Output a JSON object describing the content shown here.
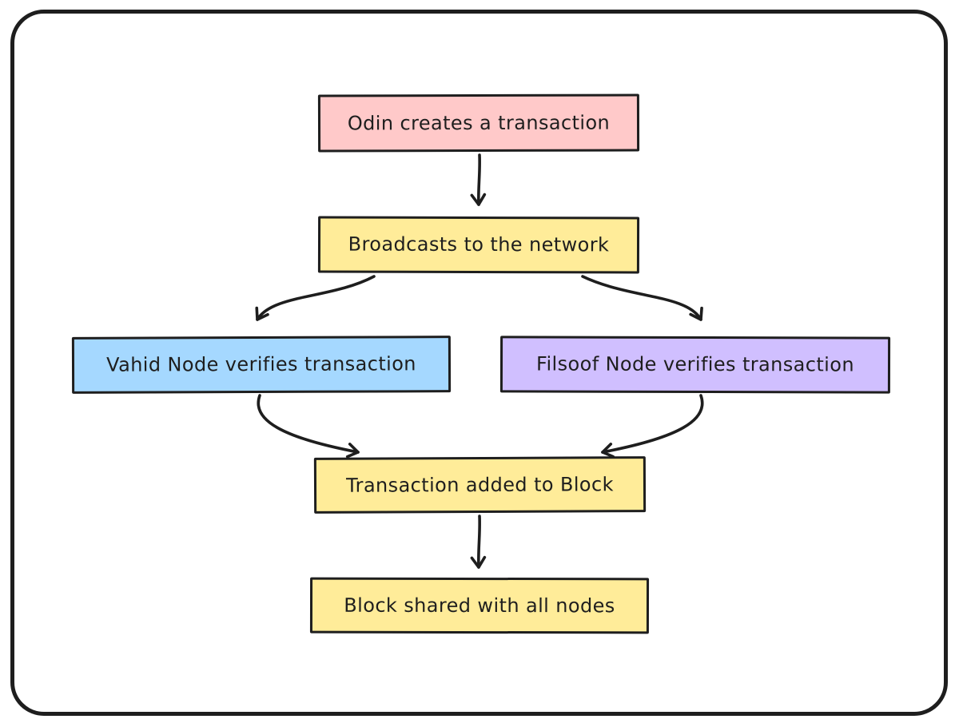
{
  "diagram": {
    "stroke_color": "#1e1e1e",
    "canvas_background": "#ffffff",
    "nodes": [
      {
        "id": "create",
        "label": "Odin creates a transaction",
        "fill": "#ffc9c9"
      },
      {
        "id": "broadcast",
        "label": "Broadcasts to the network",
        "fill": "#ffec99"
      },
      {
        "id": "vahid",
        "label": "Vahid Node verifies transaction",
        "fill": "#a5d8ff"
      },
      {
        "id": "filsoof",
        "label": "Filsoof Node verifies transaction",
        "fill": "#d0bfff"
      },
      {
        "id": "added",
        "label": "Transaction added to Block",
        "fill": "#ffec99"
      },
      {
        "id": "shared",
        "label": "Block shared with all nodes",
        "fill": "#ffec99"
      }
    ],
    "edges": [
      {
        "from": "create",
        "to": "broadcast"
      },
      {
        "from": "broadcast",
        "to": "vahid"
      },
      {
        "from": "broadcast",
        "to": "filsoof"
      },
      {
        "from": "vahid",
        "to": "added"
      },
      {
        "from": "filsoof",
        "to": "added"
      },
      {
        "from": "added",
        "to": "shared"
      }
    ]
  }
}
